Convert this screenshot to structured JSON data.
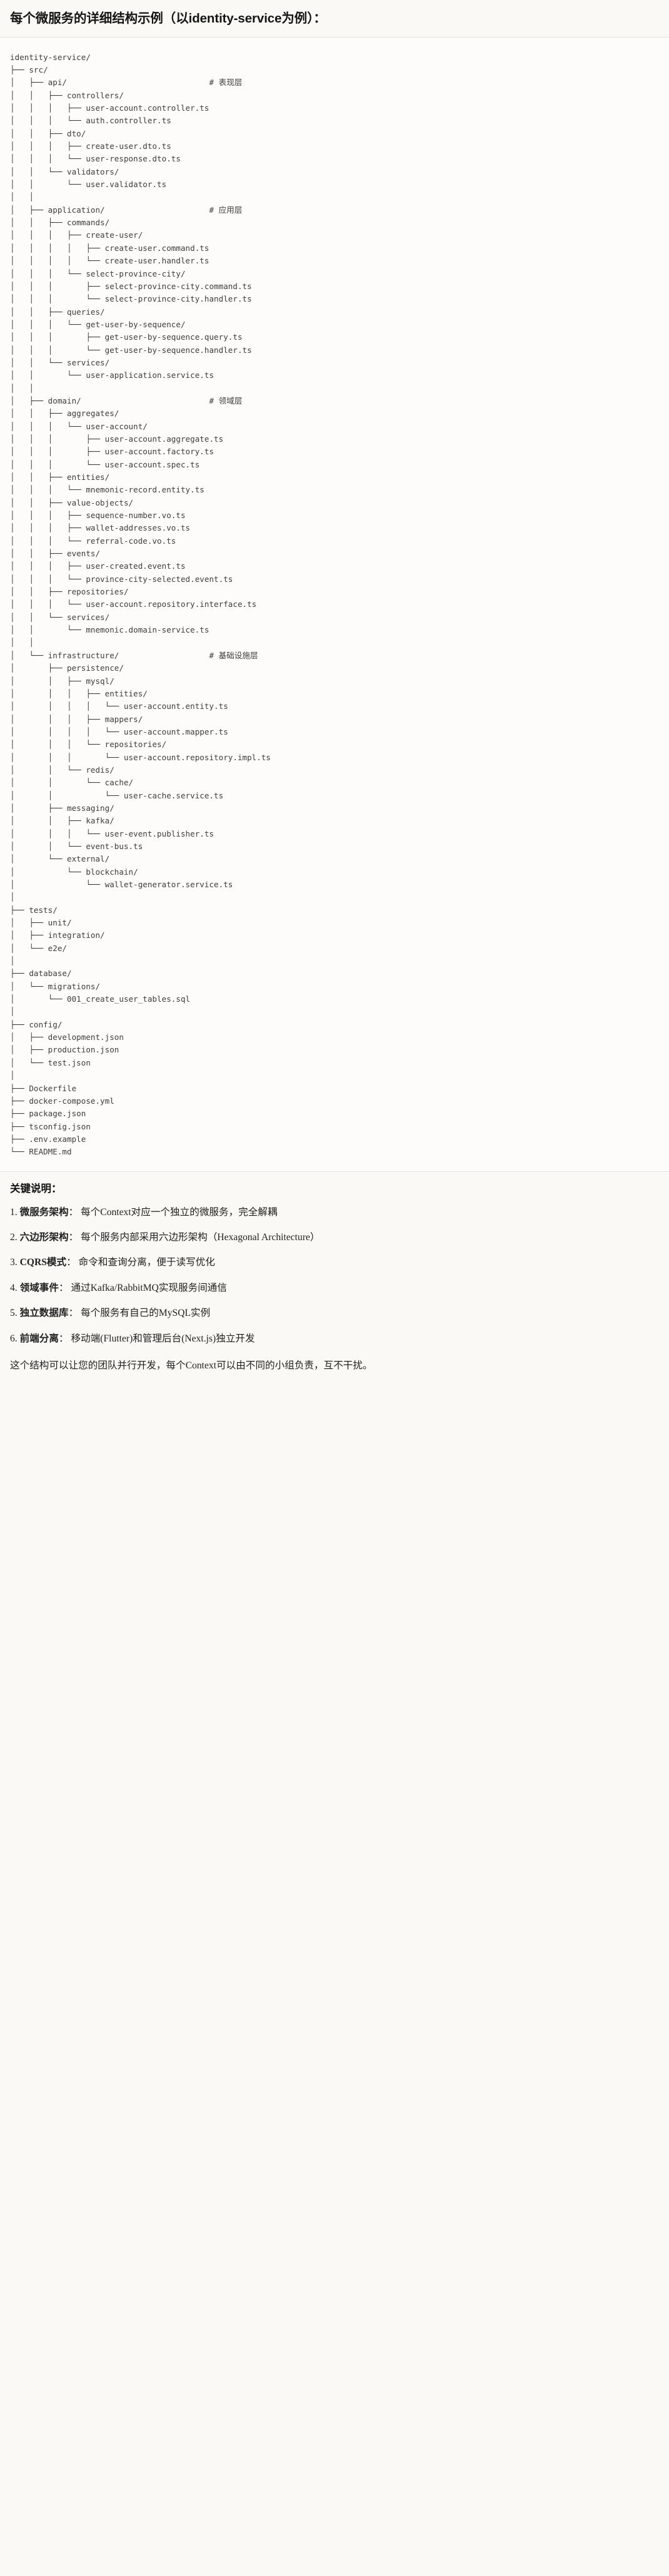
{
  "heading": {
    "text": "每个微服务的详细结构示例（以identity-service为例）："
  },
  "code_block": {
    "language": "text",
    "root": "identity-service/",
    "comments": {
      "api": "# 表现层",
      "application": "# 应用层",
      "domain": "# 领域层",
      "infrastructure": "# 基础设施层"
    },
    "tree_text": "identity-service/\n├── src/\n│   ├── api/                              # 表现层\n│   │   ├── controllers/\n│   │   │   ├── user-account.controller.ts\n│   │   │   └── auth.controller.ts\n│   │   ├── dto/\n│   │   │   ├── create-user.dto.ts\n│   │   │   └── user-response.dto.ts\n│   │   └── validators/\n│   │       └── user.validator.ts\n│   │\n│   ├── application/                      # 应用层\n│   │   ├── commands/\n│   │   │   ├── create-user/\n│   │   │   │   ├── create-user.command.ts\n│   │   │   │   └── create-user.handler.ts\n│   │   │   └── select-province-city/\n│   │   │       ├── select-province-city.command.ts\n│   │   │       └── select-province-city.handler.ts\n│   │   ├── queries/\n│   │   │   └── get-user-by-sequence/\n│   │   │       ├── get-user-by-sequence.query.ts\n│   │   │       └── get-user-by-sequence.handler.ts\n│   │   └── services/\n│   │       └── user-application.service.ts\n│   │\n│   ├── domain/                           # 领域层\n│   │   ├── aggregates/\n│   │   │   └── user-account/\n│   │   │       ├── user-account.aggregate.ts\n│   │   │       ├── user-account.factory.ts\n│   │   │       └── user-account.spec.ts\n│   │   ├── entities/\n│   │   │   └── mnemonic-record.entity.ts\n│   │   ├── value-objects/\n│   │   │   ├── sequence-number.vo.ts\n│   │   │   ├── wallet-addresses.vo.ts\n│   │   │   └── referral-code.vo.ts\n│   │   ├── events/\n│   │   │   ├── user-created.event.ts\n│   │   │   └── province-city-selected.event.ts\n│   │   ├── repositories/\n│   │   │   └── user-account.repository.interface.ts\n│   │   └── services/\n│   │       └── mnemonic.domain-service.ts\n│   │\n│   └── infrastructure/                   # 基础设施层\n│       ├── persistence/\n│       │   ├── mysql/\n│       │   │   ├── entities/\n│       │   │   │   └── user-account.entity.ts\n│       │   │   ├── mappers/\n│       │   │   │   └── user-account.mapper.ts\n│       │   │   └── repositories/\n│       │   │       └── user-account.repository.impl.ts\n│       │   └── redis/\n│       │       └── cache/\n│       │           └── user-cache.service.ts\n│       ├── messaging/\n│       │   ├── kafka/\n│       │   │   └── user-event.publisher.ts\n│       │   └── event-bus.ts\n│       └── external/\n│           └── blockchain/\n│               └── wallet-generator.service.ts\n│\n├── tests/\n│   ├── unit/\n│   ├── integration/\n│   └── e2e/\n│\n├── database/\n│   └── migrations/\n│       └── 001_create_user_tables.sql\n│\n├── config/\n│   ├── development.json\n│   ├── production.json\n│   └── test.json\n│\n├── Dockerfile\n├── docker-compose.yml\n├── package.json\n├── tsconfig.json\n├── .env.example\n└── README.md"
  },
  "notes": {
    "title": "关键说明：",
    "items": [
      {
        "index": "1.",
        "term": "微服务架构",
        "sep": "：",
        "desc": "每个Context对应一个独立的微服务，完全解耦"
      },
      {
        "index": "2.",
        "term": "六边形架构",
        "sep": "：",
        "desc": "每个服务内部采用六边形架构（Hexagonal Architecture）"
      },
      {
        "index": "3.",
        "term": "CQRS模式",
        "sep": "：",
        "desc": "命令和查询分离，便于读写优化"
      },
      {
        "index": "4.",
        "term": "领域事件",
        "sep": "：",
        "desc": "通过Kafka/RabbitMQ实现服务间通信"
      },
      {
        "index": "5.",
        "term": "独立数据库",
        "sep": "：",
        "desc": "每个服务有自己的MySQL实例"
      },
      {
        "index": "6.",
        "term": "前端分离",
        "sep": "：",
        "desc": "移动端(Flutter)和管理后台(Next.js)独立开发"
      }
    ],
    "closing": "这个结构可以让您的团队并行开发，每个Context可以由不同的小组负责，互不干扰。"
  },
  "colors": {
    "page_background": "#faf9f5",
    "code_background": "#fdfcfa",
    "rule": "#e6e3da",
    "heading_text": "#141413",
    "code_text": "#3d3d3a",
    "body_text": "#1f1f1d"
  }
}
